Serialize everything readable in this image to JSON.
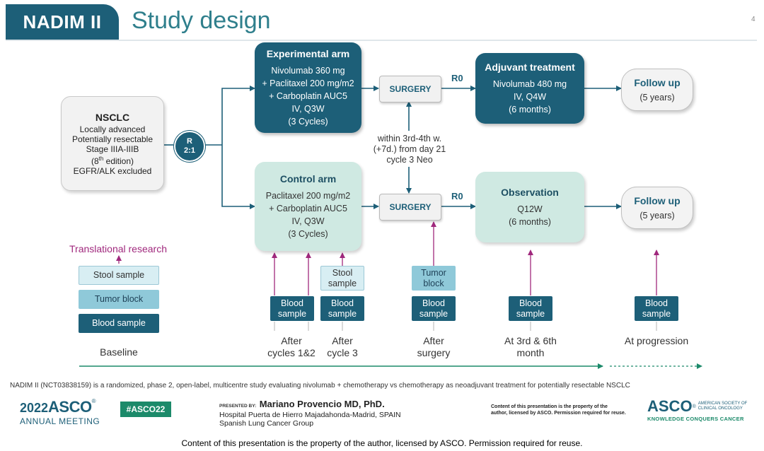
{
  "header": {
    "badge": "NADIM II",
    "title": "Study design",
    "page_number": "4"
  },
  "nsclc": {
    "title": "NSCLC",
    "line1": "Locally advanced",
    "line2": "Potentially resectable",
    "line3": "Stage IIIA-IIIB",
    "line4_pre": "(8",
    "line4_sup": "th",
    "line4_post": " edition)",
    "line5": "EGFR/ALK excluded"
  },
  "randomization": {
    "line1": "R",
    "line2": "2:1"
  },
  "experimental": {
    "title": "Experimental arm",
    "lines": [
      "Nivolumab 360 mg",
      "+ Paclitaxel 200 mg/m2",
      "+ Carboplatin AUC5",
      "IV, Q3W",
      "(3 Cycles)"
    ]
  },
  "control": {
    "title": "Control arm",
    "lines": [
      "Paclitaxel 200 mg/m2",
      "+ Carboplatin AUC5",
      "IV, Q3W",
      "(3 Cycles)"
    ]
  },
  "surgery": {
    "label": "SURGERY"
  },
  "r0": "R0",
  "timing": {
    "lines": [
      "within 3rd-4th w.",
      "(+7d.) from day 21",
      "cycle 3 Neo"
    ]
  },
  "adjuvant": {
    "title": "Adjuvant treatment",
    "lines": [
      "Nivolumab 480 mg",
      "IV, Q4W",
      "(6 months)"
    ]
  },
  "observation": {
    "title": "Observation",
    "lines": [
      "Q12W",
      "(6 months)"
    ]
  },
  "follow_up": {
    "title": "Follow up",
    "duration": "(5 years)"
  },
  "translational": {
    "title": "Translational research",
    "stool": "Stool sample",
    "tumor": "Tumor block",
    "blood": "Blood sample"
  },
  "samples": {
    "blood": [
      "Blood",
      "sample"
    ],
    "stool": [
      "Stool",
      "sample"
    ],
    "tumor": [
      "Tumor",
      "block"
    ]
  },
  "timeline": {
    "baseline": "Baseline",
    "after_cycles": [
      "After",
      "cycles 1&2"
    ],
    "after_cycle3": [
      "After",
      "cycle 3"
    ],
    "after_surgery": [
      "After",
      "surgery"
    ],
    "at_months": [
      "At 3rd & 6th",
      "month"
    ],
    "at_progression": "At progression"
  },
  "footnote": "NADIM II (NCT03838159) is a randomized, phase 2, open-label, multicentre study evaluating nivolumab + chemotherapy vs chemotherapy as neoadjuvant treatment for potentially resectable NSCLC",
  "footer": {
    "year": "2022",
    "asco": "ASCO",
    "annual_meeting": "ANNUAL MEETING",
    "hashtag": "#ASCO22",
    "presented_by": "PRESENTED BY:",
    "presenter": "Mariano Provencio MD, PhD.",
    "affiliation1": "Hospital Puerta de Hierro Majadahonda-Madrid, SPAIN",
    "affiliation2": "Spanish Lung Cancer Group",
    "rights": [
      "Content of this presentation is the property of the",
      "author, licensed by ASCO. Permission required for reuse."
    ],
    "society": [
      "AMERICAN SOCIETY OF",
      "CLINICAL ONCOLOGY"
    ],
    "tagline": "KNOWLEDGE CONQUERS CANCER"
  },
  "caption": "Content of this presentation is the property of the author, licensed by ASCO. Permission required for reuse.",
  "colors": {
    "teal_dark": "#1d5f78",
    "mint": "#cfe9e2",
    "magenta": "#a0287d",
    "green": "#1c8a6a",
    "sky": "#8fc9d9"
  }
}
